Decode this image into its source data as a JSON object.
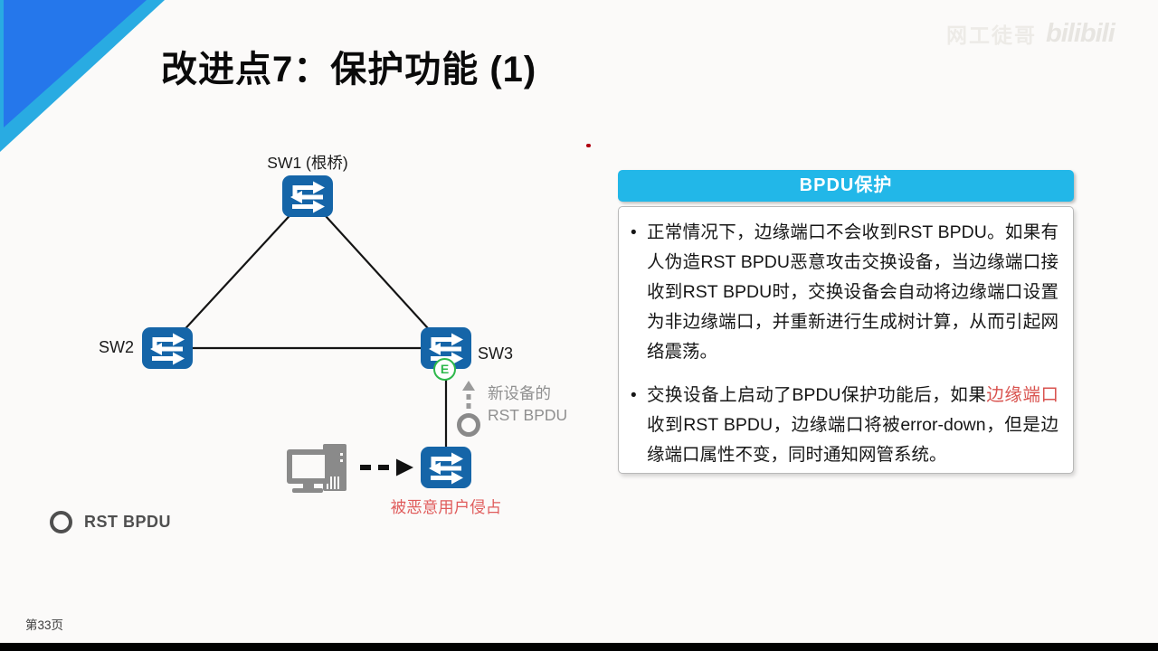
{
  "slide": {
    "title": "改进点7：保护功能 (1)",
    "page_number": "第33页",
    "watermark": {
      "channel": "网工徒哥",
      "platform": "bilibili"
    }
  },
  "diagram": {
    "nodes": {
      "sw1": {
        "label": "SW1 (根桥)"
      },
      "sw2": {
        "label": "SW2"
      },
      "sw3": {
        "label": "SW3"
      },
      "rogue_switch": {
        "label": "被恶意用户侵占"
      }
    },
    "edge_port_badge": "E",
    "new_device_note": {
      "line1": "新设备的",
      "line2": "RST BPDU"
    },
    "legend": {
      "label": "RST BPDU"
    }
  },
  "panel": {
    "header": "BPDU保护",
    "bullet_marker": "•",
    "bullet1": "正常情况下，边缘端口不会收到RST BPDU。如果有人伪造RST BPDU恶意攻击交换设备，当边缘端口接收到RST BPDU时，交换设备会自动将边缘端口设置为非边缘端口，并重新进行生成树计算，从而引起网络震荡。",
    "bullet2": {
      "seg0": "交换设备上启动了BPDU保护功能后，如果",
      "seg1_red": "边缘端口",
      "seg2": "收到RST BPDU，边缘端口将被error-down，但是边缘端口属性不变，同时通知网管系统。"
    }
  },
  "colors": {
    "switch_blue": "#1565a8",
    "panel_header_cyan": "#22b7e8",
    "alert_red": "#d9534f",
    "rogue_label_red": "#e05c5c",
    "edge_badge_green": "#2eb84b",
    "corner_blue": "#2577eb",
    "corner_cyan": "#29abe2",
    "diagram_gray": "#8f8f8f"
  }
}
